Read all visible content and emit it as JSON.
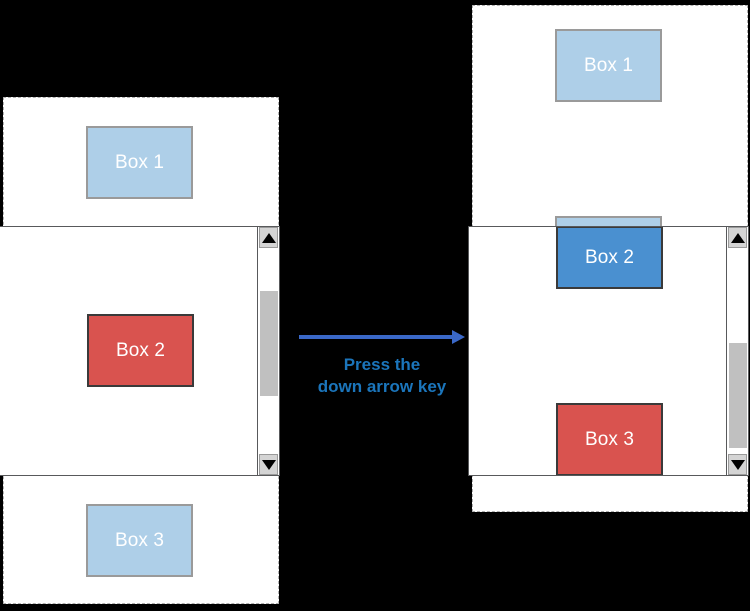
{
  "scene": {
    "background_color": "#000000",
    "illustration_type": "scroll-into-view-demo"
  },
  "colors": {
    "box_inactive": "#aecfe8",
    "box_focused": "#4a90d0",
    "box_target": "#d9534f",
    "arrow": "#3a68c8",
    "callout_text": "#1b75bb",
    "viewport_border": "#58595b",
    "document_border": "#b0b0b0",
    "scrollbar_track": "#ffffff",
    "scrollbar_thumb": "#c0c0c0",
    "scrollbar_button": "#d4d4d4"
  },
  "before": {
    "label": "before-state",
    "boxes": [
      {
        "label": "Box 1",
        "state": "above-viewport",
        "color": "#aecfe8"
      },
      {
        "label": "Box 2",
        "state": "in-viewport-focused",
        "color": "#d9534f"
      },
      {
        "label": "Box 3",
        "state": "below-viewport",
        "color": "#aecfe8"
      }
    ],
    "scrollbar": {
      "up_arrow": "▲",
      "down_arrow": "▼",
      "thumb_position": "middle"
    }
  },
  "after": {
    "label": "after-state",
    "boxes": [
      {
        "label": "Box 1",
        "state": "above-viewport",
        "color": "#aecfe8"
      },
      {
        "label": "Box 2",
        "state": "at-viewport-top-clipped",
        "color": "#4a90d0"
      },
      {
        "label": "Box 3",
        "state": "in-viewport-focused",
        "color": "#d9534f"
      }
    ],
    "scrollbar": {
      "up_arrow": "▲",
      "down_arrow": "▼",
      "thumb_position": "lower"
    }
  },
  "callout": {
    "text": "Press the\ndown arrow key",
    "arrow_direction": "right"
  }
}
